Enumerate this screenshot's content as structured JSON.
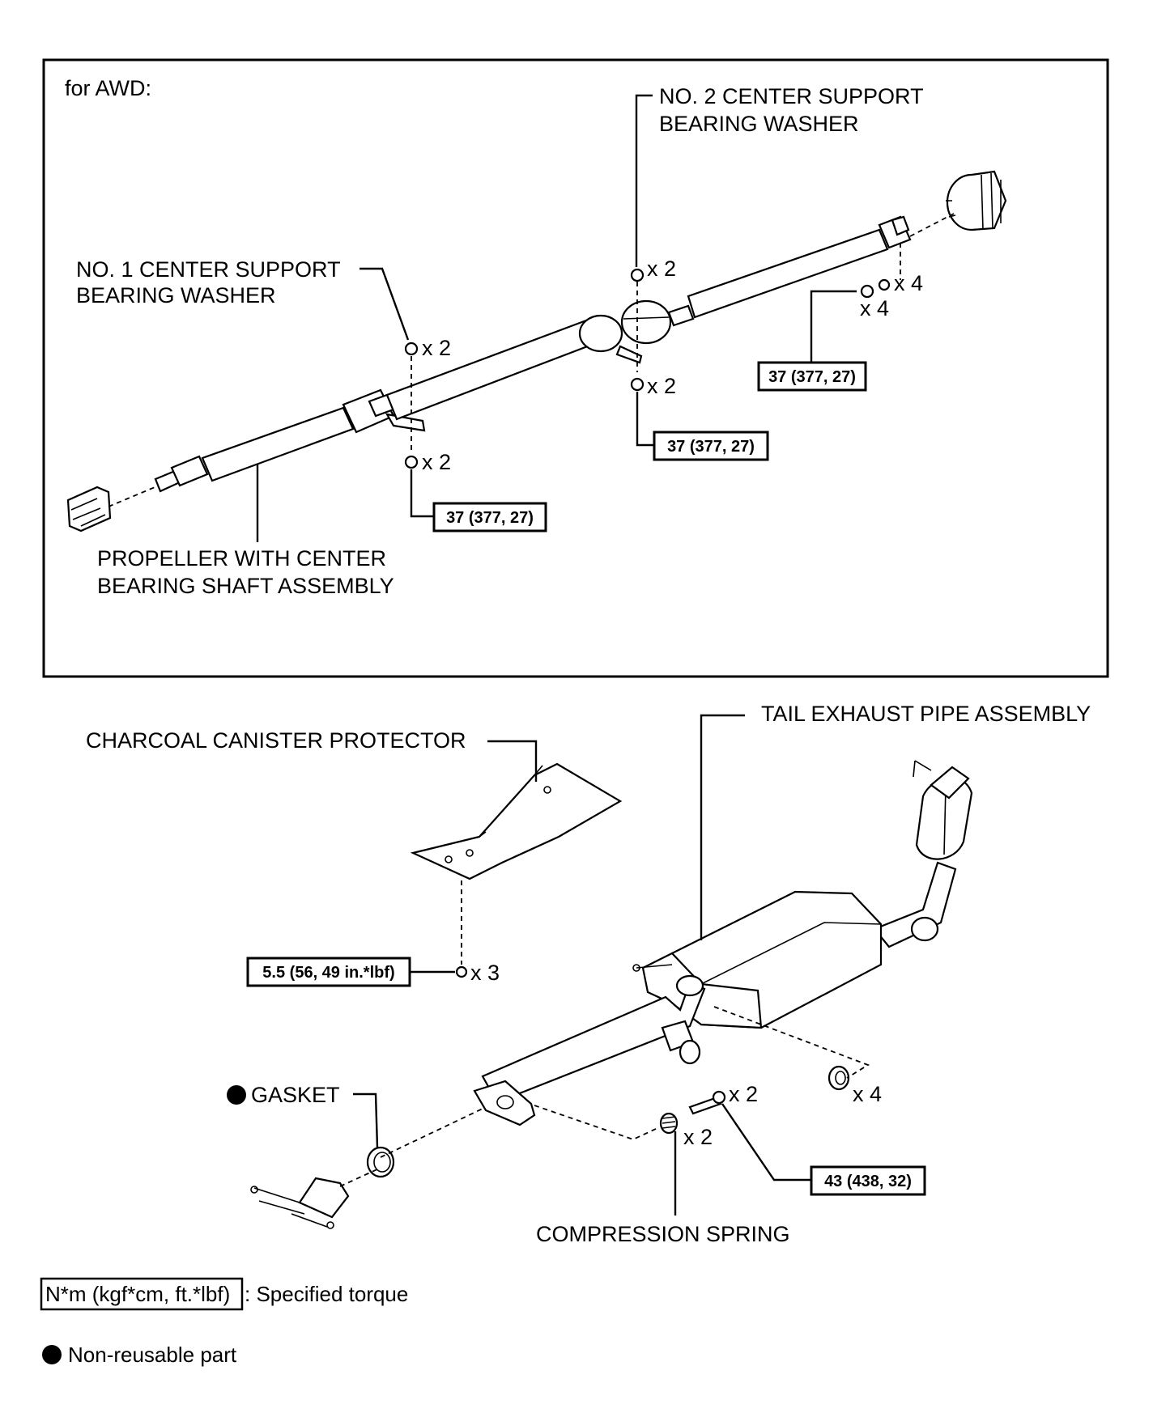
{
  "awd_panel": {
    "title": "for AWD:",
    "no2_washer": [
      "NO. 2 CENTER SUPPORT",
      "BEARING WASHER"
    ],
    "no1_washer": [
      "NO. 1 CENTER SUPPORT",
      "BEARING WASHER"
    ],
    "propeller": [
      "PROPELLER WITH CENTER",
      "BEARING SHAFT ASSEMBLY"
    ],
    "qty_no2_washer": "x 2",
    "qty_no1_washer": "x 2",
    "qty_center_bolt": "x 2",
    "qty_front_bolt": "x 2",
    "qty_rear_washer": "x 4",
    "qty_rear_nut": "x 4",
    "torque_rear": "37 (377, 27)",
    "torque_center": "37 (377, 27)",
    "torque_front": "37 (377, 27)"
  },
  "exhaust_panel": {
    "tail_pipe": "TAIL EXHAUST PIPE ASSEMBLY",
    "canister_protector": "CHARCOAL CANISTER PROTECTOR",
    "torque_protector": "5.5 (56, 49 in.*lbf)",
    "qty_protector_bolt": "x 3",
    "gasket": "GASKET",
    "qty_hanger": "x 4",
    "qty_bolt": "x 2",
    "qty_spring": "x 2",
    "torque_flange": "43 (438, 32)",
    "compression_spring": "COMPRESSION SPRING"
  },
  "legend": {
    "torque_unit": "N*m (kgf*cm, ft.*lbf)",
    "torque_desc": ": Specified torque",
    "non_reusable": "Non-reusable part"
  }
}
